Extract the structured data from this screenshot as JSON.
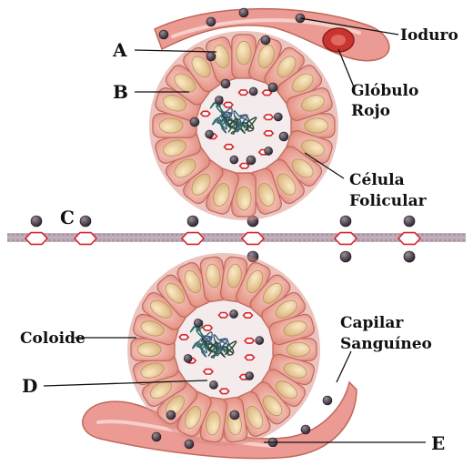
{
  "labels": {
    "a": "A",
    "b": "B",
    "c": "C",
    "d": "D",
    "e": "E",
    "ioduro": "Ioduro",
    "globulo": "Glóbulo",
    "rojo": "Rojo",
    "celula": "Célula",
    "folicular": "Folicular",
    "coloide": "Coloide",
    "capilar": "Capilar",
    "sanguineo": "Sanguíneo"
  },
  "colors": {
    "cell_fill": "#f2b4a8",
    "cell_stroke": "#c0675a",
    "nucleus": "#ecd09a",
    "capillary": "#e07c7a",
    "ion": "#4a3e48",
    "membrane": "#b9a6b2",
    "colloid": "#f4ecec",
    "hormone_ring": "#d8262b"
  }
}
